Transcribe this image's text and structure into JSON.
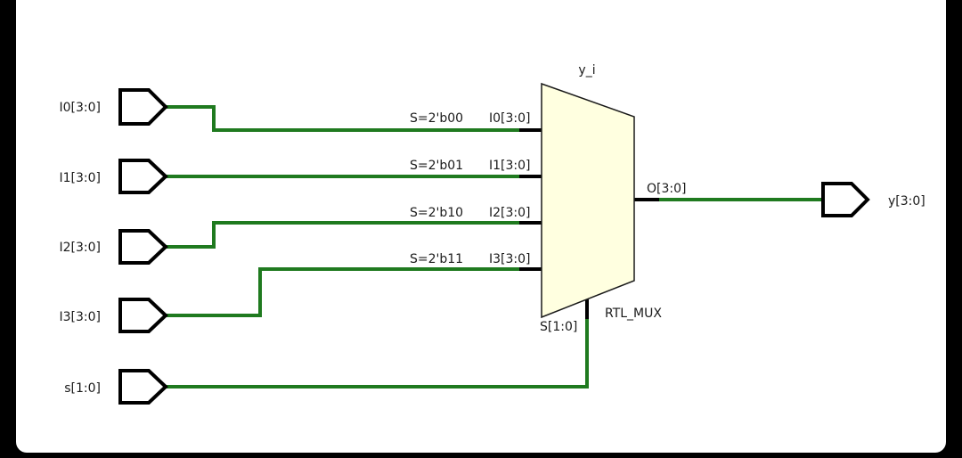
{
  "colors": {
    "wire": "#1f7a1f",
    "pin": "#000000",
    "mux_fill": "#ffffe0",
    "mux_stroke": "#1a1a1a",
    "port_stroke": "#000000"
  },
  "inputs": [
    {
      "name": "I0[3:0]"
    },
    {
      "name": "I1[3:0]"
    },
    {
      "name": "I2[3:0]"
    },
    {
      "name": "I3[3:0]"
    },
    {
      "name": "s[1:0]"
    }
  ],
  "output": {
    "name": "y[3:0]"
  },
  "mux": {
    "instance": "y_i",
    "type": "RTL_MUX",
    "pins": [
      {
        "sel": "S=2'b00",
        "pin": "I0[3:0]"
      },
      {
        "sel": "S=2'b01",
        "pin": "I1[3:0]"
      },
      {
        "sel": "S=2'b10",
        "pin": "I2[3:0]"
      },
      {
        "sel": "S=2'b11",
        "pin": "I3[3:0]"
      }
    ],
    "select_pin": "S[1:0]",
    "output_pin": "O[3:0]"
  }
}
